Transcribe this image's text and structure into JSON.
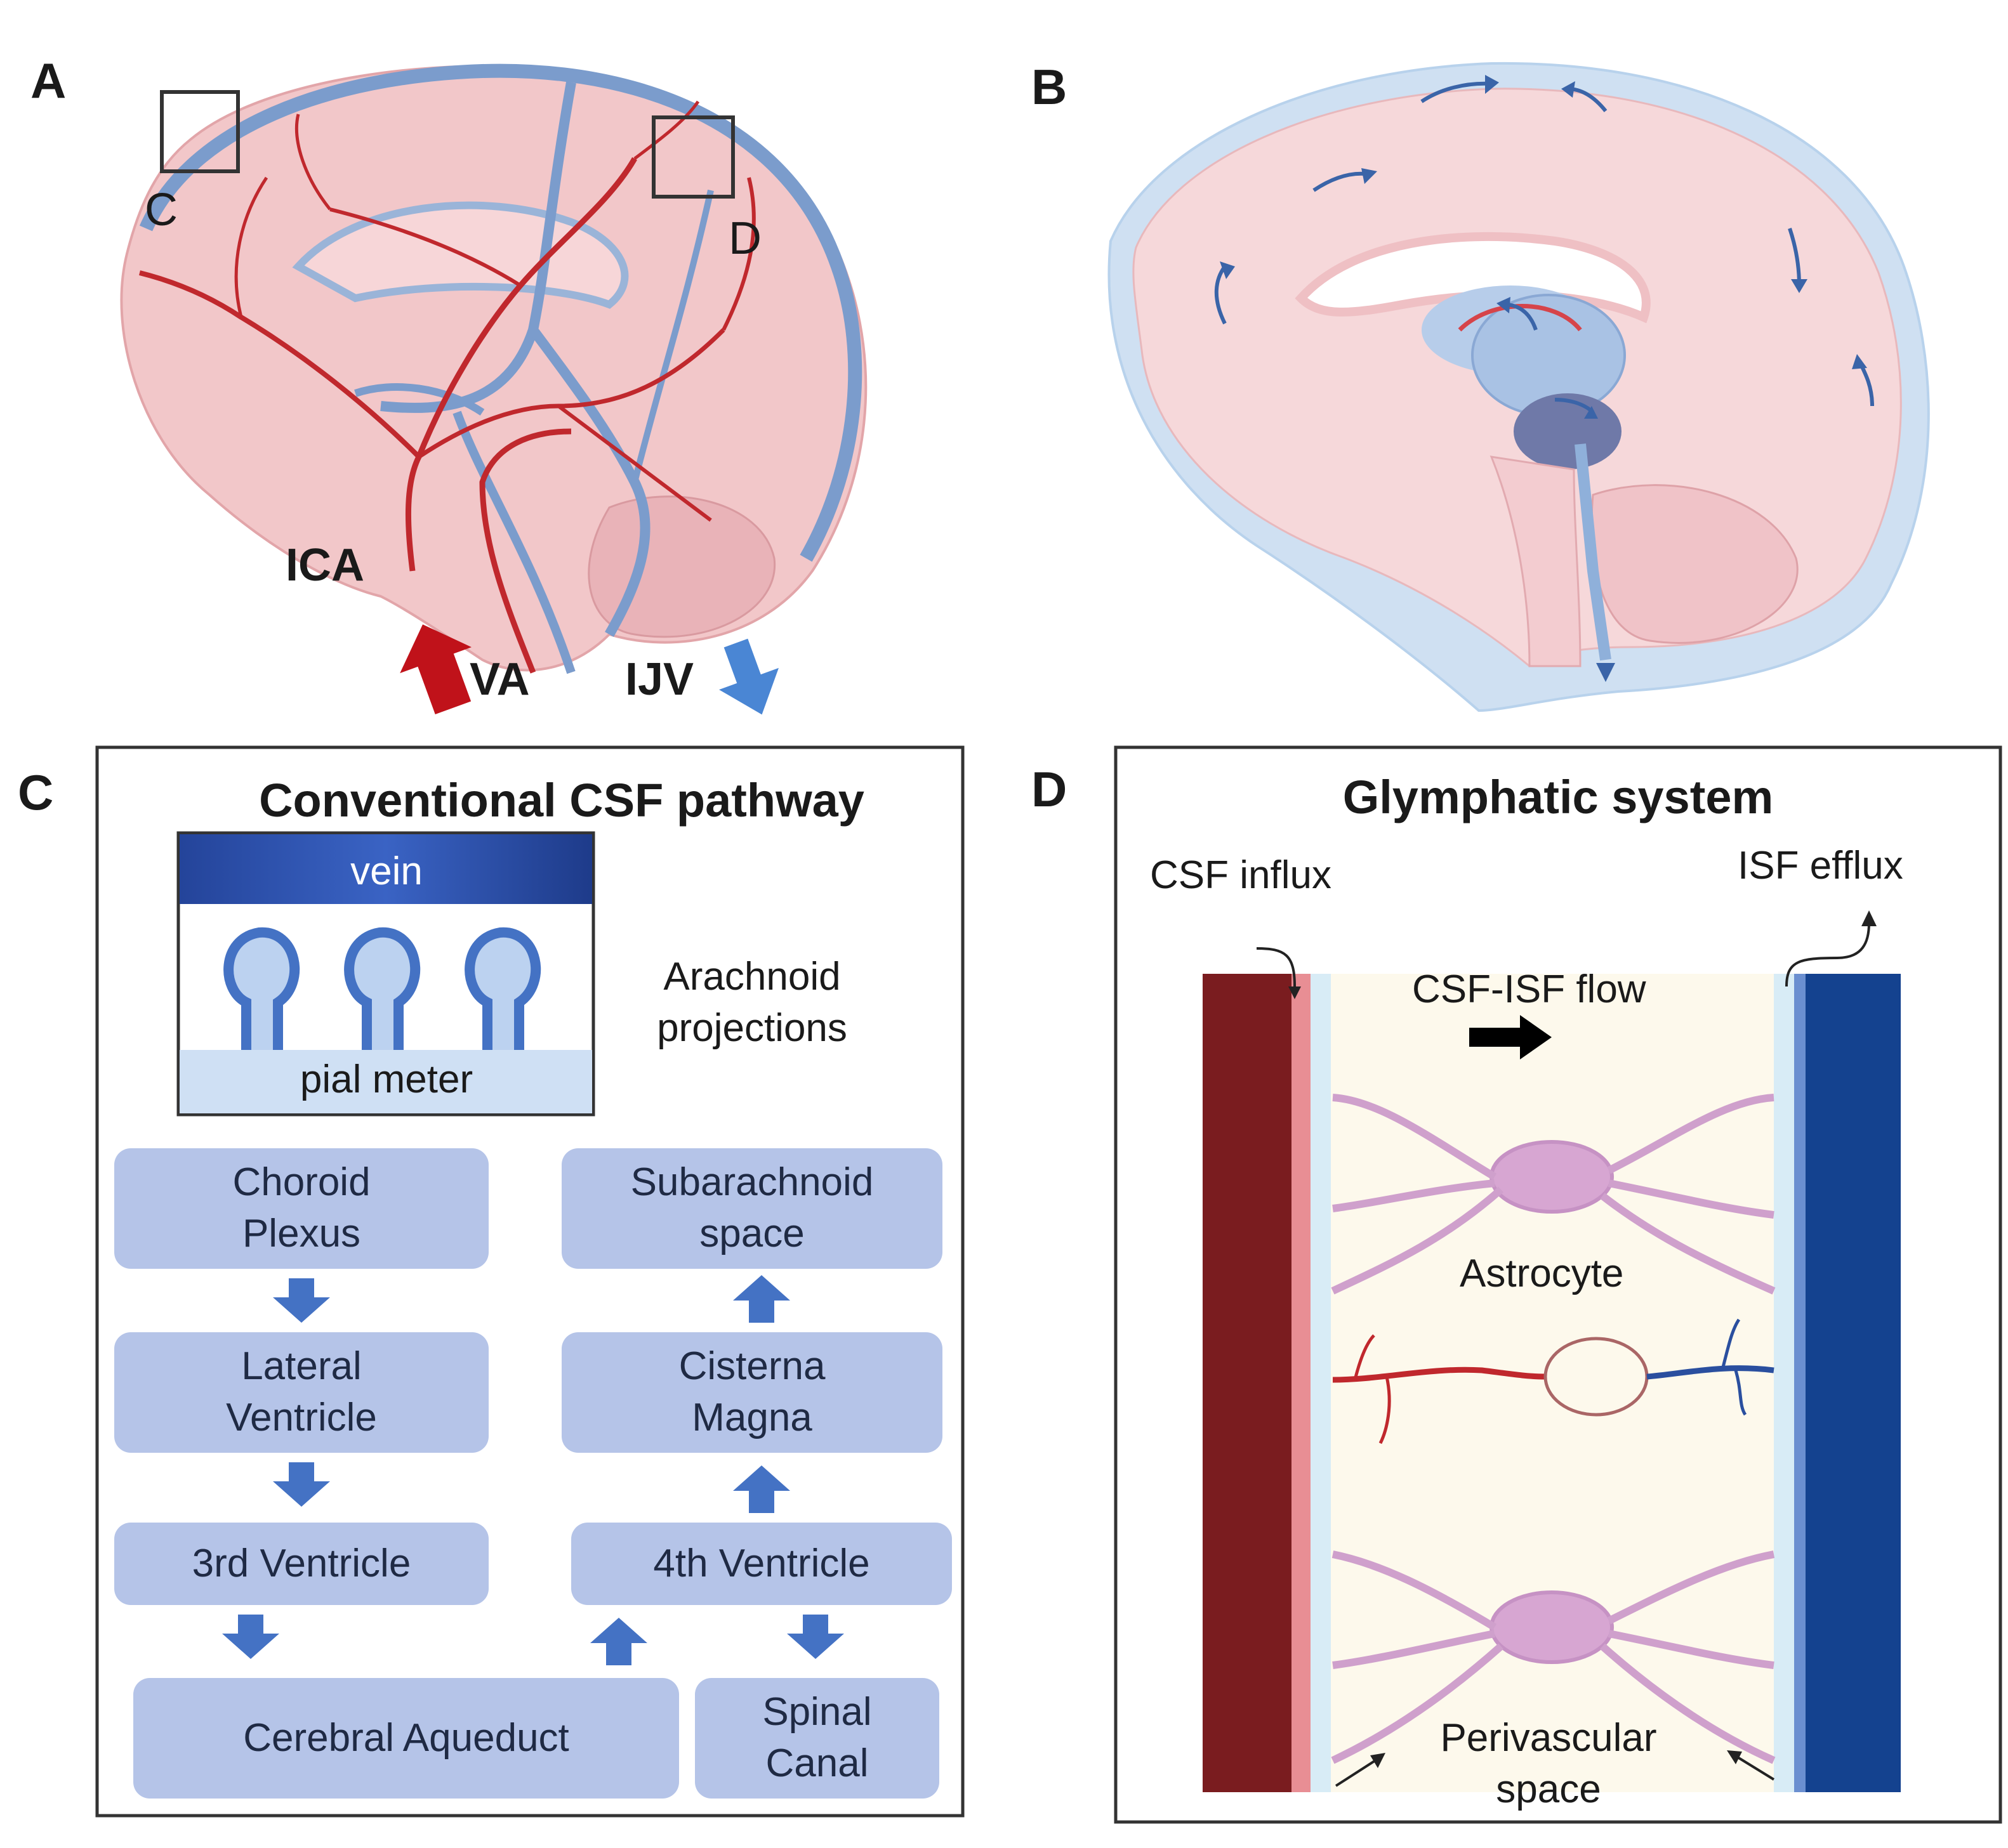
{
  "panels": {
    "a": {
      "letter": "A",
      "inset_c": "C",
      "inset_d": "D",
      "ica": "ICA",
      "va": "VA",
      "ijv": "IJV"
    },
    "b": {
      "letter": "B"
    },
    "c": {
      "letter": "C",
      "title": "Conventional CSF pathway",
      "vein": "vein",
      "pial": "pial meter",
      "arachnoid": "Arachnoid\nprojections",
      "boxes": {
        "choroid": "Choroid\nPlexus",
        "lateral": "Lateral\nVentricle",
        "third": "3rd Ventricle",
        "aqueduct": "Cerebral Aqueduct",
        "subarachnoid": "Subarachnoid\nspace",
        "cisterna": "Cisterna\nMagna",
        "fourth": "4th Ventricle",
        "spinal": "Spinal\nCanal"
      }
    },
    "d": {
      "letter": "D",
      "title": "Glymphatic system",
      "csf_influx": "CSF influx",
      "isf_efflux": "ISF efflux",
      "flow": "CSF-ISF flow",
      "astrocyte": "Astrocyte",
      "perivascular": "Perivascular\nspace"
    }
  },
  "colors": {
    "artery": "#c0282d",
    "vein_blue": "#6f95c8",
    "flow_box": "#b5c4e8",
    "flow_arrow": "#4472c4",
    "vessel_red": "#7a1c1f",
    "vessel_blue": "#14428f"
  }
}
